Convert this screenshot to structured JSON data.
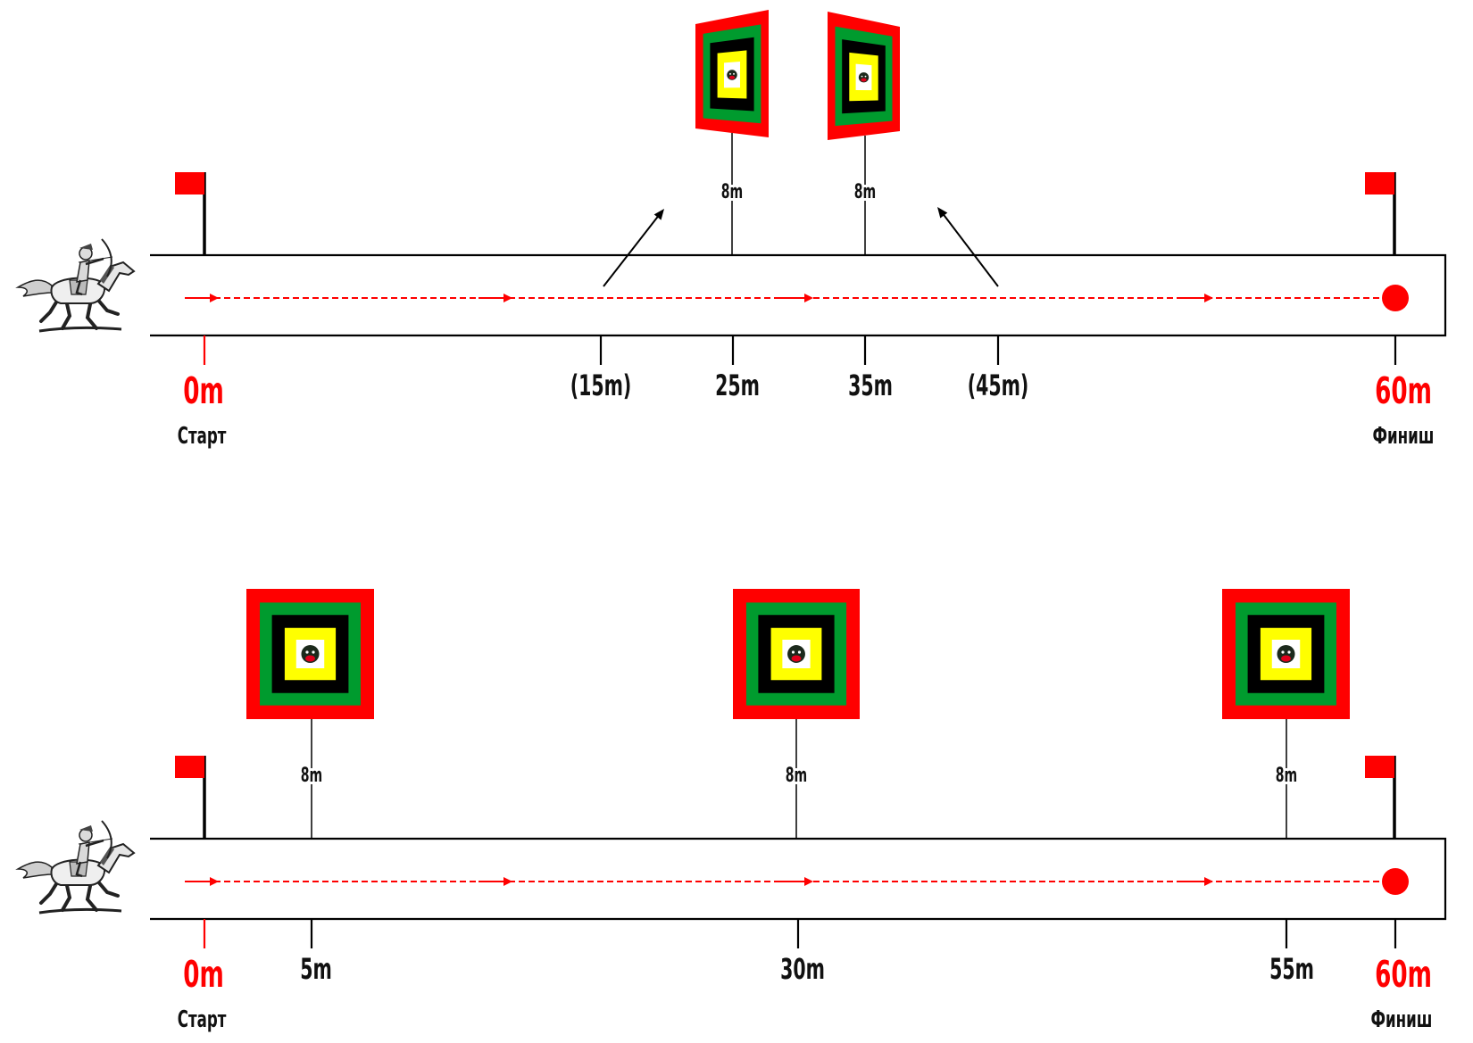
{
  "colors": {
    "accent": "#ff0000",
    "track": "#000000",
    "target": [
      "#ff0000",
      "#009b2e",
      "#000000",
      "#ffff00",
      "#ffffff"
    ],
    "face": "#1c2a1c",
    "face_mouth": "#e0001b"
  },
  "icons": {
    "rider": "horse-archer-icon",
    "flag": "flag-icon",
    "finish_marker": "finish-dot-icon",
    "direction": "arrow-right-icon",
    "target": "target-icon"
  },
  "courses": [
    {
      "start": {
        "distance": "0m",
        "label": "Старт"
      },
      "finish": {
        "distance": "60m",
        "label": "Финиш"
      },
      "targets": [
        {
          "offset": "8m"
        },
        {
          "offset": "8m"
        }
      ],
      "markers": [
        "(15m)",
        "25m",
        "35m",
        "(45m)"
      ]
    },
    {
      "start": {
        "distance": "0m",
        "label": "Старт"
      },
      "finish": {
        "distance": "60m",
        "label": "Финиш"
      },
      "targets": [
        {
          "offset": "8m"
        },
        {
          "offset": "8m"
        },
        {
          "offset": "8m"
        }
      ],
      "markers": [
        "5m",
        "30m",
        "55m"
      ]
    }
  ]
}
